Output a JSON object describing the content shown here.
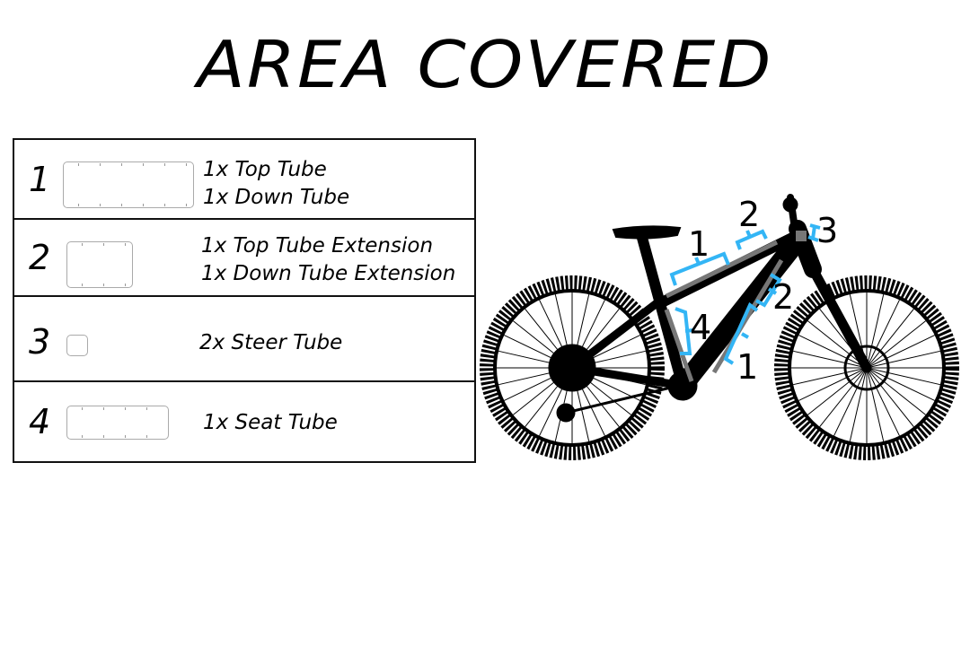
{
  "title": "AREA COVERED",
  "rows": [
    {
      "number": "1",
      "lines": [
        "1x Top Tube",
        "1x Down Tube"
      ]
    },
    {
      "number": "2",
      "lines": [
        "1x Top Tube Extension",
        "1x Down Tube Extension"
      ]
    },
    {
      "number": "3",
      "lines": [
        "2x Steer Tube"
      ]
    },
    {
      "number": "4",
      "lines": [
        "1x Seat Tube"
      ]
    }
  ],
  "bike_labels": [
    "1",
    "2",
    "3",
    "2",
    "4",
    "1"
  ],
  "colors": {
    "bracket": "#33b5f5",
    "frame": "#000000",
    "highlight": "#777777"
  }
}
